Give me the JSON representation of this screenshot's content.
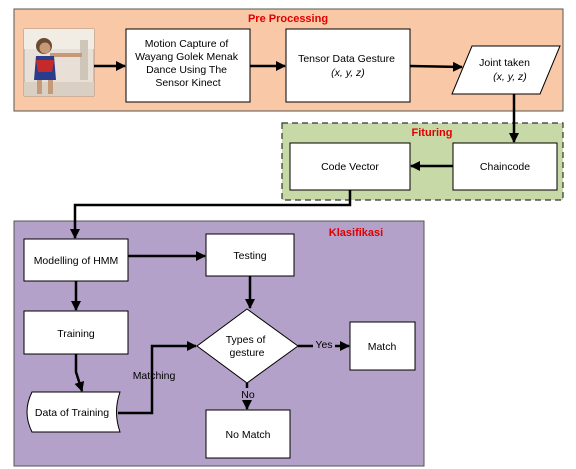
{
  "sections": {
    "pre_processing": "Pre Processing",
    "fituring": "Fituring",
    "klasifikasi": "Klasifikasi"
  },
  "nodes": {
    "motion_capture": [
      "Motion Capture of",
      "Wayang Golek Menak",
      "Dance Using The",
      "Sensor Kinect"
    ],
    "tensor_data": [
      "Tensor Data Gesture",
      "(x, y, z)"
    ],
    "joint_taken": [
      "Joint taken",
      "(x, y, z)"
    ],
    "chaincode": "Chaincode",
    "code_vector": "Code Vector",
    "modelling_hmm": "Modelling of HMM",
    "testing": "Testing",
    "training": "Training",
    "types_of_gesture": [
      "Types of",
      "gesture"
    ],
    "match": "Match",
    "no_match": "No Match",
    "data_of_training": "Data of Training"
  },
  "edge_labels": {
    "yes": "Yes",
    "no": "No",
    "matching": "Matching"
  },
  "colors": {
    "pre_processing_fill": "#f9c9a7",
    "fituring_fill": "#c6d9a6",
    "klasifikasi_fill": "#b3a1c9",
    "section_title": "#e00000",
    "line": "#000000"
  }
}
